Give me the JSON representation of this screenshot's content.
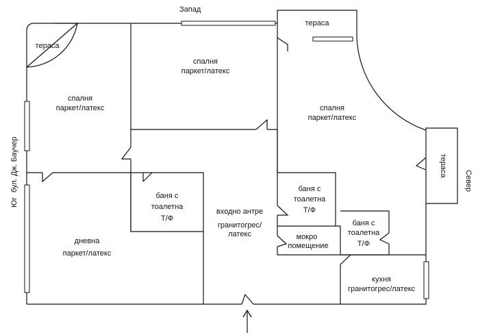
{
  "compass": {
    "west": "Запад",
    "north": "Север",
    "south": "Юг",
    "street": "бул. Дж. Баучер"
  },
  "rooms": {
    "terrace_nw": "тераса",
    "terrace_top": "тераса",
    "terrace_east": "тераса",
    "bedroom_left": {
      "line1": "спалня",
      "line2": "паркет/латекс"
    },
    "bedroom_top": {
      "line1": "спалня",
      "line2": "паркет/латекс"
    },
    "bedroom_right": {
      "line1": "спалня",
      "line2": "паркет/латекс"
    },
    "living": {
      "line1": "дневна",
      "line2": "паркет/латекс"
    },
    "bath1": {
      "line1": "баня с",
      "line2": "тоалетна",
      "line3": "Т/Ф"
    },
    "bath2": {
      "line1": "баня с",
      "line2": "тоалетна",
      "line3": "Т/Ф"
    },
    "bath3": {
      "line1": "баня с",
      "line2": "тоалетна",
      "line3": "Т/Ф"
    },
    "hall": {
      "line1": "входно антре",
      "line2": "гранитогрес/",
      "line3": "латекс"
    },
    "wet_room": {
      "line1": "мокро",
      "line2": "помещение"
    },
    "kitchen": {
      "line1": "кухня",
      "line2": "гранитогрес/латекс"
    }
  }
}
